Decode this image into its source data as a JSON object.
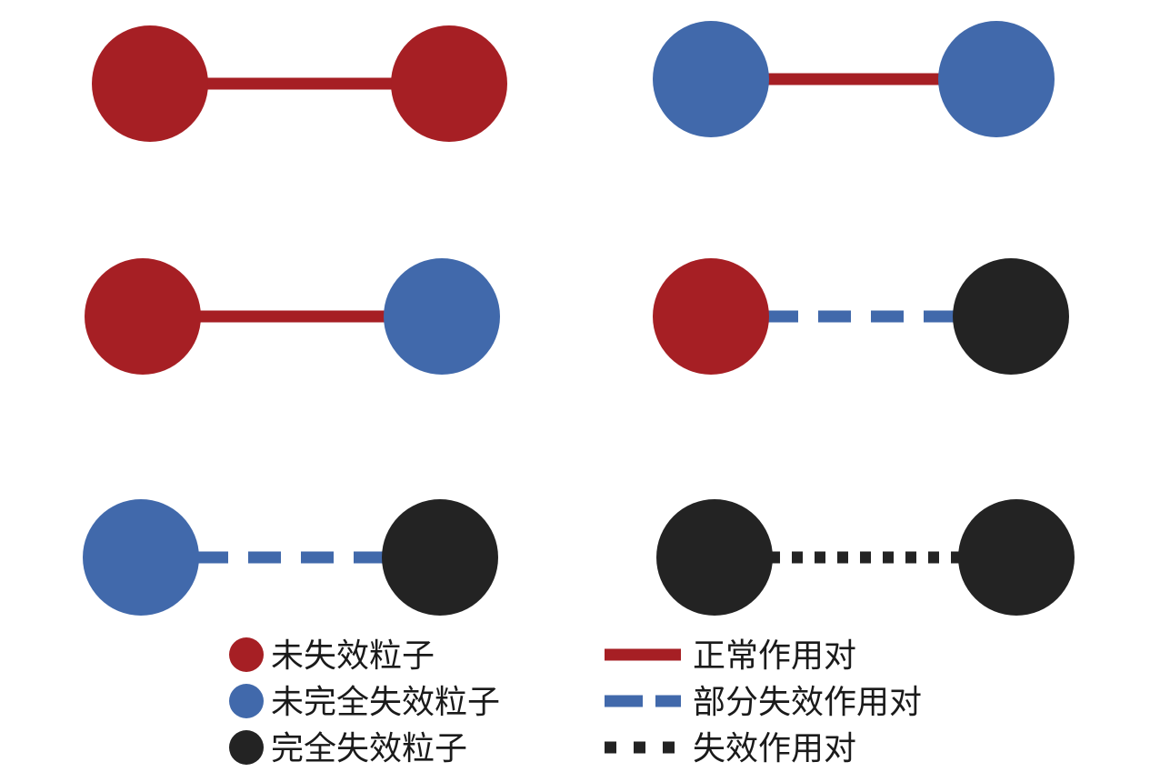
{
  "colors": {
    "intact": "#a61f24",
    "partial": "#4169ab",
    "failed": "#232323",
    "bond_normal": "#a61f24",
    "bond_partial": "#4169ab",
    "bond_failed": "#232323"
  },
  "particle_types": [
    {
      "id": "intact",
      "label": "未失效粒子"
    },
    {
      "id": "partial",
      "label": "未完全失效粒子"
    },
    {
      "id": "failed",
      "label": "完全失效粒子"
    }
  ],
  "bond_types": [
    {
      "id": "bond_normal",
      "label": "正常作用对",
      "style": "solid"
    },
    {
      "id": "bond_partial",
      "label": "部分失效作用对",
      "style": "dashed"
    },
    {
      "id": "bond_failed",
      "label": "失效作用对",
      "style": "dotted"
    }
  ],
  "pairs": [
    {
      "left": "intact",
      "right": "intact",
      "bond": "bond_normal"
    },
    {
      "left": "partial",
      "right": "partial",
      "bond": "bond_normal"
    },
    {
      "left": "intact",
      "right": "partial",
      "bond": "bond_normal"
    },
    {
      "left": "intact",
      "right": "failed",
      "bond": "bond_partial"
    },
    {
      "left": "partial",
      "right": "failed",
      "bond": "bond_partial"
    },
    {
      "left": "failed",
      "right": "failed",
      "bond": "bond_failed"
    }
  ]
}
